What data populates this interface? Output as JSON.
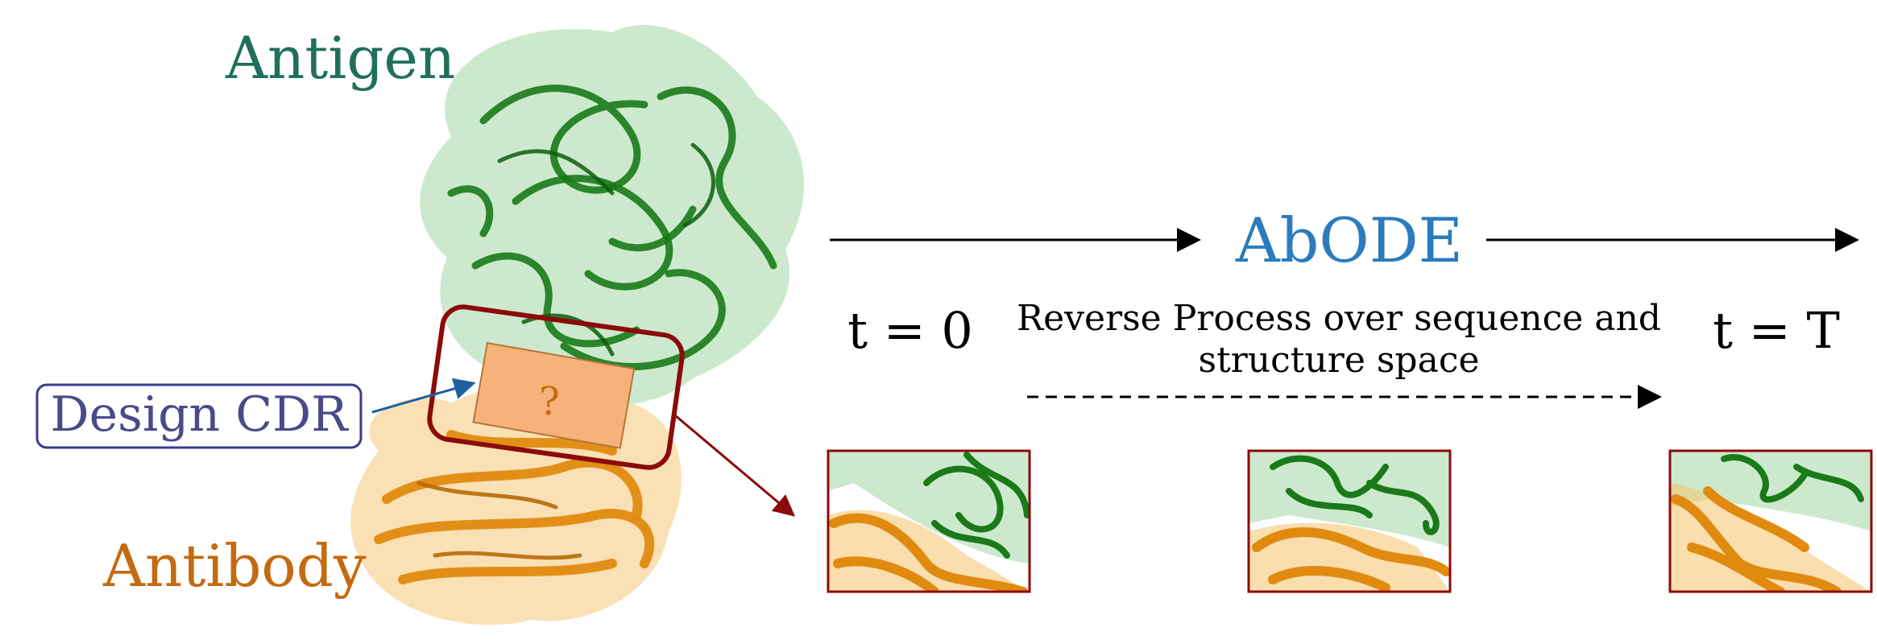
{
  "labels": {
    "antigen": "Antigen",
    "antibody": "Antibody",
    "design_cdr": "Design CDR",
    "unknown_mark": "?",
    "method": "AbODE",
    "t_start": "t = 0",
    "t_end": "t = T",
    "process_line1": "Reverse Process over sequence and",
    "process_line2": "structure space"
  },
  "colors": {
    "antigen": "#1f6f5c",
    "antigen_protein": "#1a7a1a",
    "antigen_surface": "#6fbf6f",
    "antibody": "#c46a10",
    "antibody_protein": "#e08a10",
    "antibody_surface": "#f5c36b",
    "design_cdr_text": "#4a4a8a",
    "design_cdr_border": "#3b3b8f",
    "cdr_box_fill": "#f7b27a",
    "cdr_highlight": "#8b0a0a",
    "method": "#2b7bbd",
    "arrow": "#000000",
    "pointer_arrow": "#1f5f9f"
  },
  "snapshots": [
    "snapshot-t0",
    "snapshot-middle",
    "snapshot-tT"
  ]
}
